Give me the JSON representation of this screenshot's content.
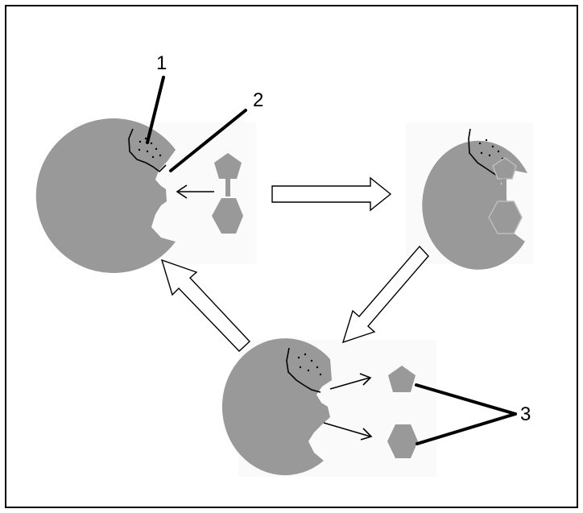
{
  "labels": {
    "one": "1",
    "two": "2",
    "three": "3"
  },
  "colors": {
    "enzyme": "#999999",
    "background": "#ffffff",
    "outline": "#000000"
  }
}
